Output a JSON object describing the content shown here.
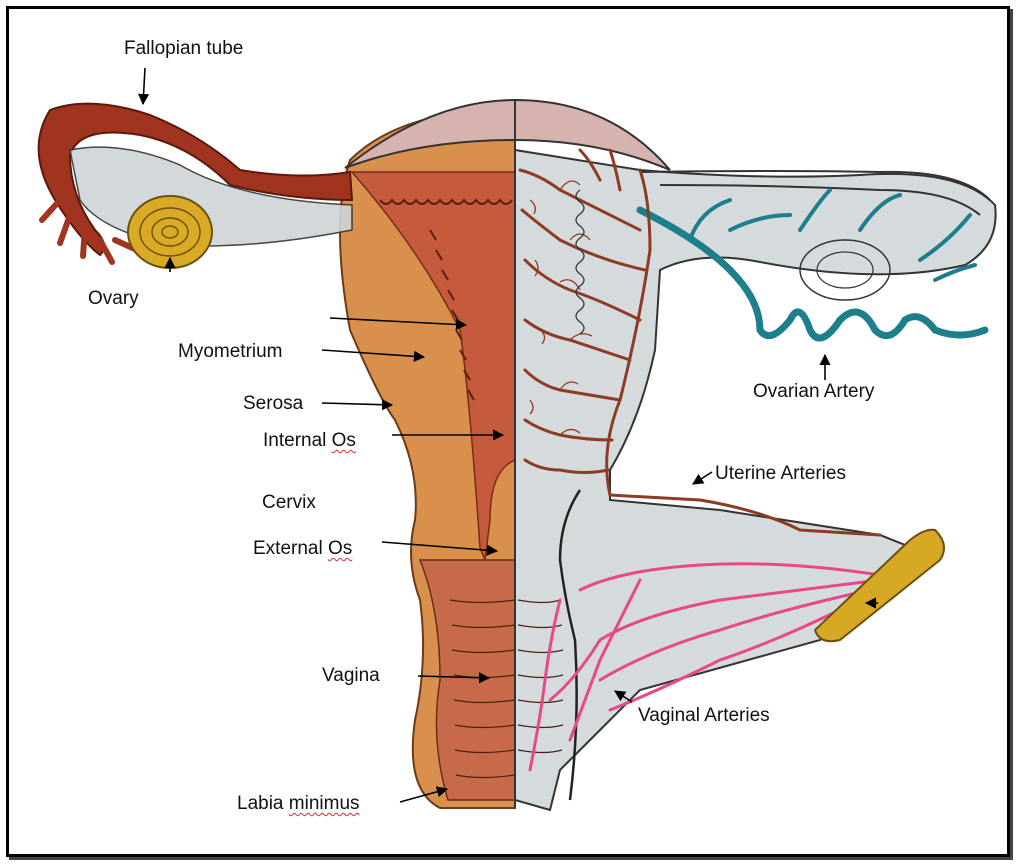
{
  "labels": {
    "fallopian_tube": "Fallopian tube",
    "ovary": "Ovary",
    "myometrium": "Myometrium",
    "serosa": "Serosa",
    "internal_os_word": "Internal",
    "internal_os_os": "Os",
    "cervix": "Cervix",
    "external_os_word": "External",
    "external_os_os": "Os",
    "vagina": "Vagina",
    "labia_word": "Labia",
    "labia_minimus": "minimus",
    "ovarian_artery": "Ovarian Artery",
    "uterine_arteries": "Uterine Arteries",
    "vaginal_arteries": "Vaginal Arteries"
  },
  "colors": {
    "tube_red": "#a0341f",
    "muscle_orange": "#d98a45",
    "endometrium": "#c4553a",
    "membrane_grey": "#cfd4d6",
    "uterine_artery_brown": "#8e3b23",
    "ovarian_artery_teal": "#1d7f8c",
    "vaginal_artery_pink": "#e8488a",
    "ovary_yellow": "#d9aa26"
  }
}
